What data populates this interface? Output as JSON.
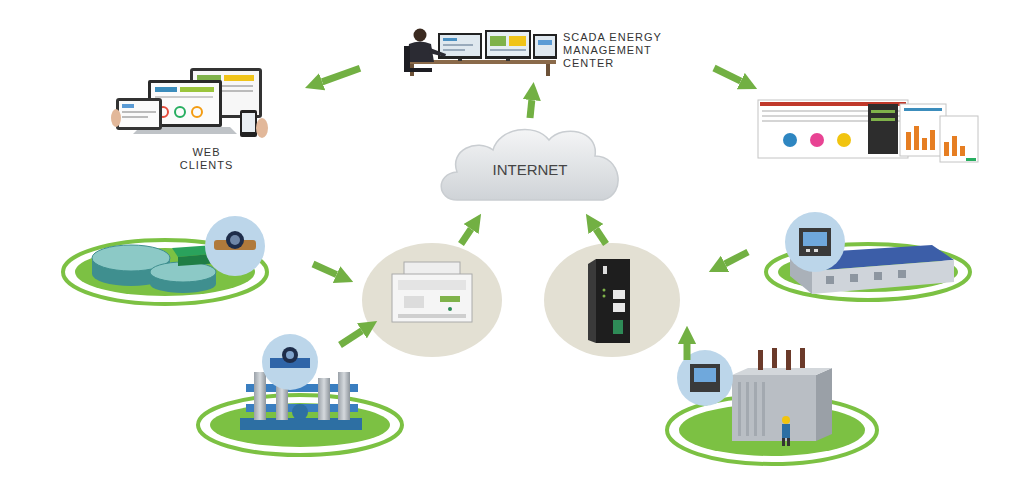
{
  "diagram": {
    "nodes": [
      {
        "text": [
          "SCADA ENERGY MANAGEMENT CENTER"
        ]
      },
      {
        "text": [
          "WEB CLIENTS"
        ]
      },
      {
        "text": [
          "INTERNET"
        ]
      }
    ],
    "edges": [
      {
        "from": 2,
        "to": 0,
        "arrow": "to"
      },
      {
        "from": 0,
        "to": 1,
        "arrow": "to"
      }
    ]
  }
}
